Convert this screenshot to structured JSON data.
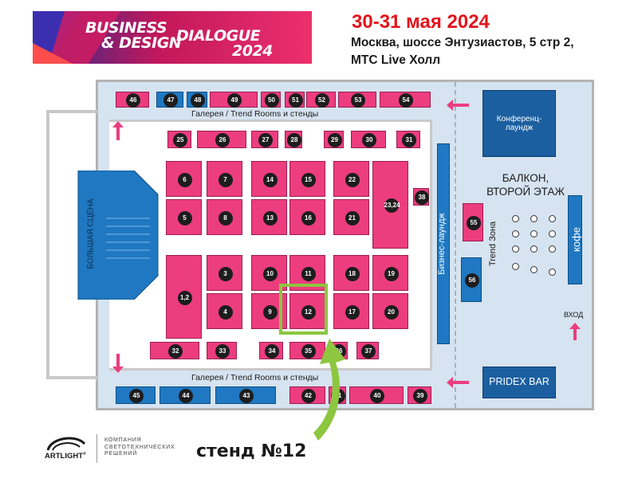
{
  "header": {
    "banner_line1": "BUSINESS",
    "banner_line2": "& DESIGN",
    "banner_line3": "DIALOGUE",
    "banner_year": "2024",
    "date": "30-31 мая 2024",
    "address_line1": "Москва, шоссе Энтузиастов, 5 стр 2,",
    "address_line2": "МТС Live Холл"
  },
  "map": {
    "gallery_top": "Галерея / Trend Rooms и стенды",
    "gallery_bottom": "Галерея / Trend Rooms и стенды",
    "main_stage": "БОЛЬШАЯ СЦЕНА",
    "business_lounge": "Бизнес-лаундж",
    "conference_lounge_1": "Конференц-",
    "conference_lounge_2": "лаундж",
    "balcony_1": "БАЛКОН,",
    "balcony_2": "ВТОРОЙ ЭТАЖ",
    "trend_zone": "Trend Зона",
    "coffee": "кофе",
    "entrance": "ВХОД",
    "pridex_bar": "PRIDEX BAR",
    "stand_callout": "стенд №12",
    "colors": {
      "stand": "#ec3d7f",
      "blue_stand": "#1f78c1",
      "highlight": "#8dc63f",
      "hall": "#d6e3f0"
    }
  },
  "stands": {
    "top": [
      "46",
      "47",
      "48",
      "49",
      "50",
      "51",
      "52",
      "53",
      "54"
    ],
    "row2": [
      "25",
      "26",
      "27",
      "28",
      "29",
      "30",
      "31"
    ],
    "block": [
      "6",
      "7",
      "14",
      "15",
      "22",
      "23,24",
      "38",
      "5",
      "8",
      "13",
      "16",
      "21",
      "1,2",
      "3",
      "10",
      "11",
      "18",
      "19",
      "4",
      "9",
      "12",
      "17",
      "20"
    ],
    "row_bottom": [
      "32",
      "33",
      "34",
      "35",
      "36",
      "37"
    ],
    "bottom": [
      "45",
      "44",
      "43",
      "42",
      "41",
      "40",
      "39"
    ],
    "balcony": [
      "55",
      "56"
    ]
  },
  "footer": {
    "company": "ARTLIGHT",
    "registered": "®",
    "tagline1": "КОМПАНИЯ",
    "tagline2": "СВЕТОТЕХНИЧЕСКИХ",
    "tagline3": "РЕШЕНИЙ"
  }
}
